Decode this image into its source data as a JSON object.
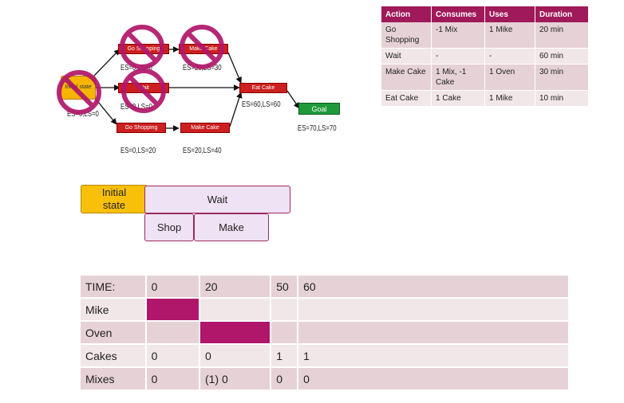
{
  "action_table": {
    "headers": [
      "Action",
      "Consumes",
      "Uses",
      "Duration"
    ],
    "rows": [
      [
        "Go Shopping",
        "-1 Mix",
        "1 Mike",
        "20 min"
      ],
      [
        "Wait",
        "-",
        "-",
        "60 min"
      ],
      [
        "Make Cake",
        "1 Mix, -1 Cake",
        "1 Oven",
        "30 min"
      ],
      [
        "Eat Cake",
        "1 Cake",
        "1 Mike",
        "10 min"
      ]
    ]
  },
  "network": {
    "top_shop": "Go Shopping",
    "top_make": "Make Cake",
    "mid_wait": "Wait",
    "eat_cake": "Eat Cake",
    "goal": "Goal",
    "initial": "Initial state",
    "bot_shop": "Go Shopping",
    "bot_make": "Make Cake",
    "lbl_top_shop": "ES=0,LS=0",
    "lbl_top_make": "ES=20,LS=30",
    "lbl_mid": "ES=0,LS=0",
    "lbl_init": "ES=0,LS=0",
    "lbl_eat": "ES=60,LS=60",
    "lbl_goal": "ES=70,LS=70",
    "lbl_bot_shop": "ES=0,LS=20",
    "lbl_bot_make": "ES=20,LS=40"
  },
  "timeline": {
    "initial_line1": "Initial",
    "initial_line2": "state",
    "wait": "Wait",
    "shop": "Shop",
    "make": "Make"
  },
  "schedule": {
    "header": [
      "TIME:",
      "0",
      "20",
      "50",
      "60"
    ],
    "rows": [
      {
        "label": "Mike",
        "cells": [
          "",
          "",
          "",
          ""
        ]
      },
      {
        "label": "Oven",
        "cells": [
          "",
          "",
          "",
          ""
        ]
      },
      {
        "label": "Cakes",
        "cells": [
          "0",
          "0",
          "1",
          "1"
        ]
      },
      {
        "label": "Mixes",
        "cells": [
          "0",
          "(1) 0",
          "0",
          "0"
        ]
      }
    ],
    "fill_color": "#b0166a"
  },
  "colors": {
    "accent": "#a0195a",
    "red_node": "#cc1f1f",
    "goal_node": "#1e9a3a",
    "initial_node": "#f7b500",
    "prohibit": "#b0166a"
  }
}
